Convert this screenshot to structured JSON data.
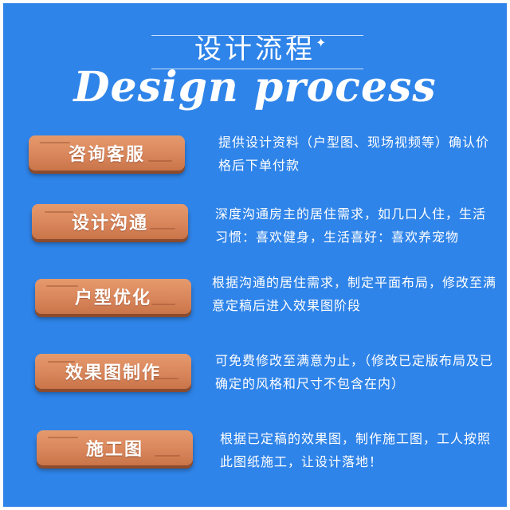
{
  "header": {
    "title_cn": "设计流程",
    "title_en": "Design process",
    "sparkle": "✦"
  },
  "steps": [
    {
      "label": "咨询客服",
      "description": "提供设计资料（户型图、现场视频等）确认价格后下单付款"
    },
    {
      "label": "设计沟通",
      "description": "深度沟通房主的居住需求，如几口人住，生活习惯：喜欢健身，生活喜好：喜欢养宠物"
    },
    {
      "label": "户型优化",
      "description": "根据沟通的居住需求，制定平面布局，修改至满意定稿后进入效果图阶段"
    },
    {
      "label": "效果图制作",
      "description": "可免费修改至满意为止，（修改已定版布局及已确定的风格和尺寸不包含在内）"
    },
    {
      "label": "施工图",
      "description": "根据已定稿的效果图，制作施工图，工人按照此图纸施工，让设计落地！"
    }
  ],
  "colors": {
    "background": "#2f84e9",
    "button": "#d8845a",
    "text": "#ffffff"
  }
}
